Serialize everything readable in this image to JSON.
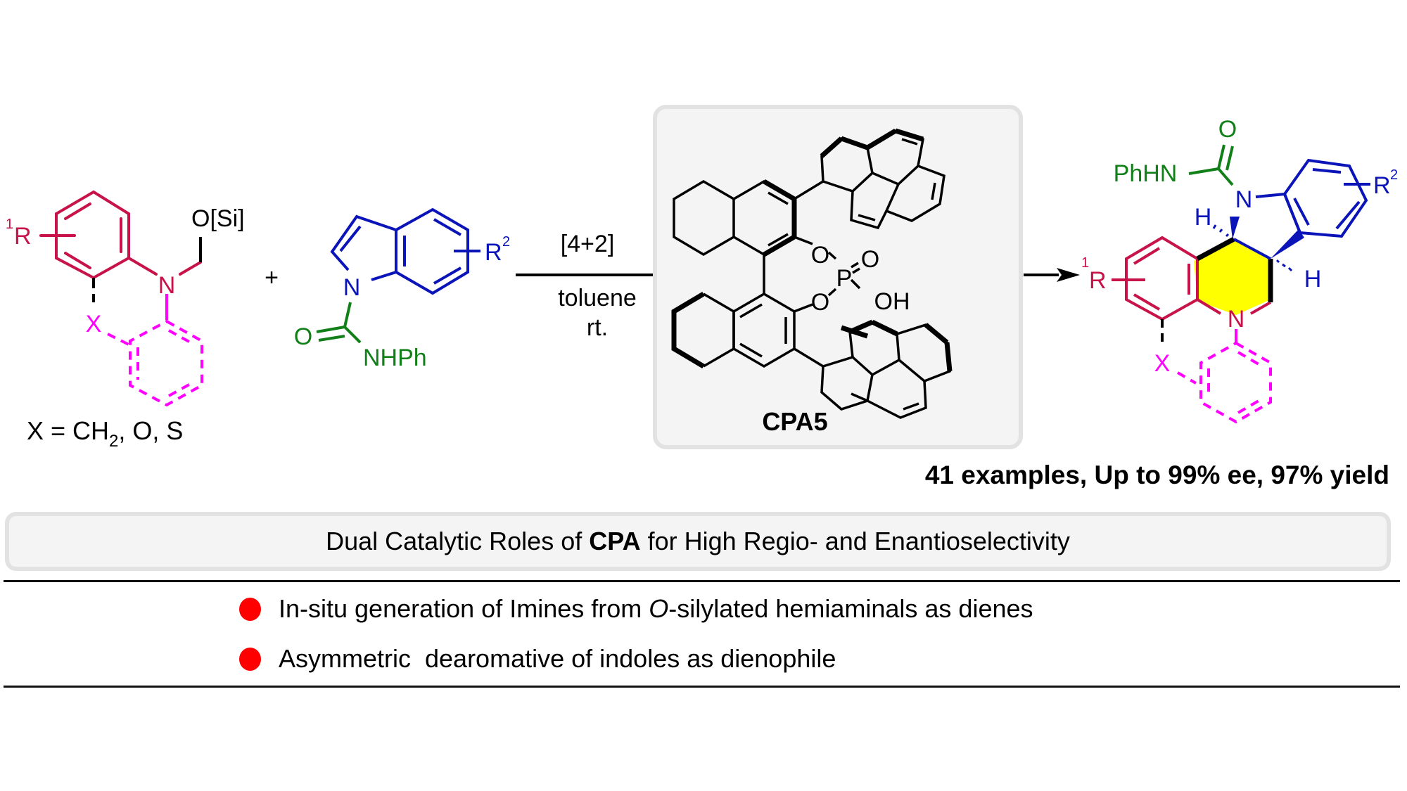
{
  "colors": {
    "substrate_aryl": "#c8124a",
    "tether_dashed": "#ff00ff",
    "indole": "#0a14b8",
    "urea": "#118018",
    "highlight_ring": "#ffff00",
    "bullet": "#ff0000",
    "box_fill": "#f4f4f4",
    "box_border": "#e2e2e2"
  },
  "reactant1": {
    "substituent": "R",
    "substituent_superscript": "1",
    "nitrogen": "N",
    "silyl_ether": "O[Si]",
    "tether_atom": "X",
    "x_definition_prefix": "X = CH",
    "x_definition_sub": "2",
    "x_definition_suffix": ", O, S"
  },
  "plus_sign": "+",
  "reactant2": {
    "nitrogen": "N",
    "carbonyl_oxygen": "O",
    "amide": "NHPh",
    "substituent": "R",
    "substituent_superscript": "2"
  },
  "conditions": {
    "above_arrow": "[4+2]",
    "solvent": "toluene",
    "temperature": "rt."
  },
  "catalyst": {
    "name": "CPA5",
    "phosphate_o1": "O",
    "phosphate_o2": "O",
    "phosphorus": "P",
    "oxo": "O",
    "hydroxyl": "OH"
  },
  "product": {
    "amide": "PhHN",
    "carbonyl_oxygen": "O",
    "indoline_nitrogen": "N",
    "ring_nitrogen": "N",
    "h1": "H",
    "h2": "H",
    "r1": "R",
    "r1_superscript": "1",
    "r2": "R",
    "r2_superscript": "2",
    "tether_atom": "X"
  },
  "summary": "41 examples, Up to 99% ee, 97% yield",
  "banner": {
    "prefix": "Dual Catalytic Roles of ",
    "bold": "CPA",
    "suffix": " for High Regio- and Enantioselectivity"
  },
  "bullets": [
    {
      "before": "In-situ generation of Imines from ",
      "italic": "O",
      "after": "-silylated hemiaminals as dienes"
    },
    {
      "before": "Asymmetric  dearomative of indoles as dienophile",
      "italic": "",
      "after": ""
    }
  ]
}
